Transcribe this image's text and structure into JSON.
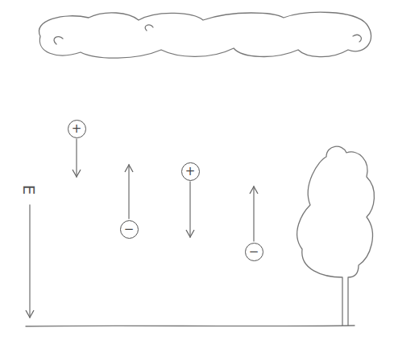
{
  "diagram": {
    "nodes": [
      {
        "text": [
          "+"
        ]
      },
      {
        "text": [
          "−"
        ]
      },
      {
        "text": [
          "+"
        ]
      },
      {
        "text": [
          "−"
        ]
      }
    ],
    "labels": [
      "E"
    ]
  }
}
